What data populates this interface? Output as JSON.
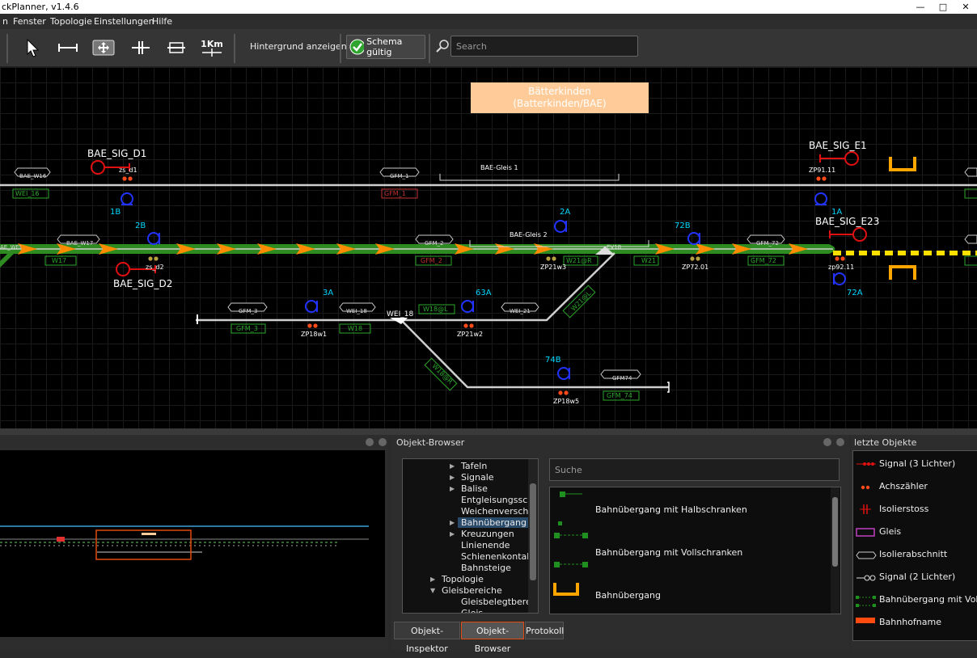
{
  "window": {
    "title": "ckPlanner, v1.4.6"
  },
  "menu": [
    "n",
    "Fenster",
    "Topologie",
    "Einstellungen",
    "Hilfe"
  ],
  "toolbar": {
    "scale_label": "1Km",
    "background_toggle": "Hintergrund anzeigen",
    "schema_status": "Schema gültig",
    "search_placeholder": "Search"
  },
  "schematic": {
    "station_title": "Bätterkinden",
    "station_subtitle": "(Batterkinden/BAE)",
    "signals": {
      "d1": "BAE_SIG_D1",
      "d2": "BAE_SIG_D2",
      "e1": "BAE_SIG_E1",
      "e23": "BAE_SIG_E23"
    },
    "counters": {
      "zs_d1": "zs_d1",
      "zs_d2": "zs_d2",
      "zp91": "ZP91.11",
      "zp21w3": "ZP21w3",
      "zp7201": "ZP72.01",
      "zp9211": "zp92.11",
      "zp18w1": "ZP18w1",
      "zp21w2": "ZP21w2",
      "zp18w5": "ZP18w5"
    },
    "markers": {
      "m1b": "1B",
      "m2b": "2B",
      "m2a": "2A",
      "m72b": "72B",
      "m1a": "1A",
      "m72a": "72A",
      "m3a": "3A",
      "m63a": "63A",
      "m74b": "74B"
    },
    "tags": {
      "bae_w16": "BAE_W16",
      "gfm_1_top": "GFM_1",
      "bae_w17": "BAE_W17",
      "gfm_2_top": "GFM_2",
      "ev18": "EV18",
      "gfm_72_top": "GFM_72",
      "gfm_3_top": "GFM_3",
      "wei_18_top": "WEI_18",
      "wei_21_top": "WEI_21",
      "gfm74_top": "GFM74",
      "bae_wei": "AE_WEI"
    },
    "green_labels": {
      "wei_16": "WEI_16",
      "w17": "W17",
      "gfm_2": "GFM_2",
      "w21r": "W21@R",
      "w21": "W21",
      "gfm_72": "GFM_72",
      "gfm_3": "GFM_3",
      "w18": "W18",
      "w18l": "W18@L",
      "w21l": "W21@L",
      "w18r": "W18@R",
      "gfm_74": "GFM_74",
      "gfm_1": "GFM_1"
    },
    "tracks": {
      "gleis1": "BAE-Gleis 1",
      "gleis2": "BAE-Gleis 2",
      "wei18": "WEI_18"
    },
    "colors": {
      "track": "#cfcfcf",
      "route": "#2e8b22",
      "arrow": "#ff8c00",
      "signal": "#e01010",
      "marker": "#2233ff",
      "label": "#00d8ff",
      "crossing": "#ffa500",
      "station_box": "#ffcc99"
    }
  },
  "panels": {
    "browser_title": "Objekt-Browser",
    "recent_title": "letzte Objekte",
    "tree": [
      {
        "label": "Tafeln",
        "arrow": "right"
      },
      {
        "label": "Signale",
        "arrow": "right"
      },
      {
        "label": "Balise",
        "arrow": "right"
      },
      {
        "label": "Entgleisungsschutz",
        "arrow": ""
      },
      {
        "label": "Weichenverschluss",
        "arrow": ""
      },
      {
        "label": "Bahnübergang",
        "arrow": "right"
      },
      {
        "label": "Kreuzungen",
        "arrow": "right"
      },
      {
        "label": "Linienende",
        "arrow": ""
      },
      {
        "label": "Schienenkontakt",
        "arrow": ""
      },
      {
        "label": "Bahnsteige",
        "arrow": ""
      },
      {
        "label": "Topologie",
        "arrow": "right"
      },
      {
        "label": "Gleisbereiche",
        "arrow": "down"
      },
      {
        "label": "Gleisbelegtbereiche",
        "arrow": ""
      },
      {
        "label": "Gleis",
        "arrow": ""
      }
    ],
    "search_placeholder": "Suche",
    "objects": [
      "Bahnübergang mit Halbschranken",
      "Bahnübergang mit Vollschranken",
      "Bahnübergang"
    ],
    "tabs": [
      "Objekt-Inspektor",
      "Objekt-Browser",
      "Protokoll"
    ],
    "recent": [
      "Signal (3 Lichter)",
      "Achszähler",
      "Isolierstoss",
      "Gleis",
      "Isolierabschnitt",
      "Signal (2 Lichter)",
      "Bahnübergang mit Vollschr",
      "Bahnhofname"
    ]
  }
}
